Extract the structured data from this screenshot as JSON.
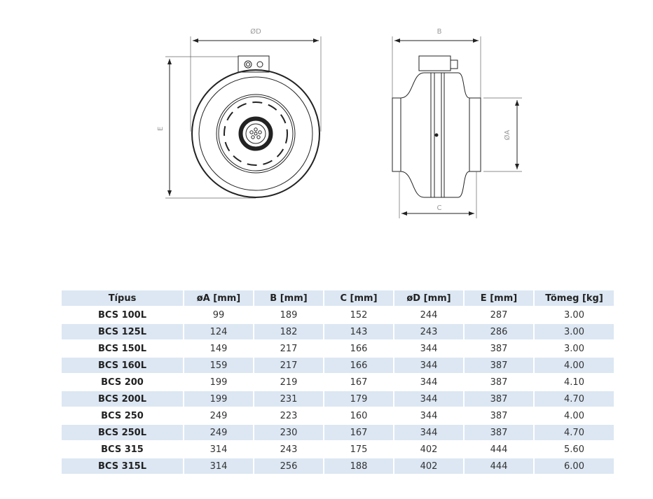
{
  "drawing": {
    "label_d": "ØD",
    "label_e": "E",
    "label_b": "B",
    "label_a": "ØA",
    "label_c": "C"
  },
  "table": {
    "headers": [
      "Típus",
      "øA [mm]",
      "B [mm]",
      "C [mm]",
      "øD [mm]",
      "E [mm]",
      "Tömeg [kg]"
    ],
    "rows": [
      [
        "BCS 100L",
        "99",
        "189",
        "152",
        "244",
        "287",
        "3.00"
      ],
      [
        "BCS 125L",
        "124",
        "182",
        "143",
        "243",
        "286",
        "3.00"
      ],
      [
        "BCS 150L",
        "149",
        "217",
        "166",
        "344",
        "387",
        "3.00"
      ],
      [
        "BCS 160L",
        "159",
        "217",
        "166",
        "344",
        "387",
        "4.00"
      ],
      [
        "BCS 200",
        "199",
        "219",
        "167",
        "344",
        "387",
        "4.10"
      ],
      [
        "BCS 200L",
        "199",
        "231",
        "179",
        "344",
        "387",
        "4.70"
      ],
      [
        "BCS 250",
        "249",
        "223",
        "160",
        "344",
        "387",
        "4.00"
      ],
      [
        "BCS 250L",
        "249",
        "230",
        "167",
        "344",
        "387",
        "4.70"
      ],
      [
        "BCS 315",
        "314",
        "243",
        "175",
        "402",
        "444",
        "5.60"
      ],
      [
        "BCS 315L",
        "314",
        "256",
        "188",
        "402",
        "444",
        "6.00"
      ]
    ]
  }
}
